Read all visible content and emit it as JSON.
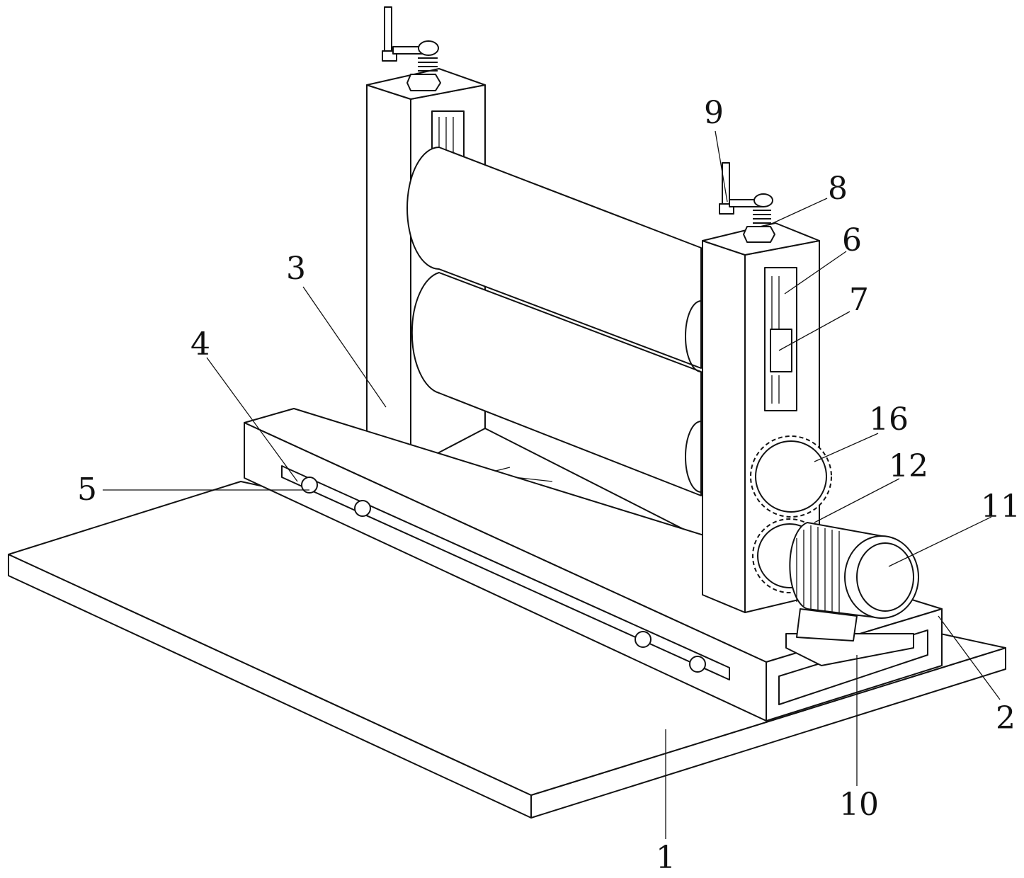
{
  "figure": {
    "type": "patent line drawing",
    "labels": [
      {
        "id": "1",
        "text": "1"
      },
      {
        "id": "2",
        "text": "2"
      },
      {
        "id": "3",
        "text": "3"
      },
      {
        "id": "4",
        "text": "4"
      },
      {
        "id": "5",
        "text": "5"
      },
      {
        "id": "6",
        "text": "6"
      },
      {
        "id": "7",
        "text": "7"
      },
      {
        "id": "8",
        "text": "8"
      },
      {
        "id": "9",
        "text": "9"
      },
      {
        "id": "10",
        "text": "10"
      },
      {
        "id": "11",
        "text": "11"
      },
      {
        "id": "12",
        "text": "12"
      },
      {
        "id": "16",
        "text": "16"
      }
    ]
  }
}
